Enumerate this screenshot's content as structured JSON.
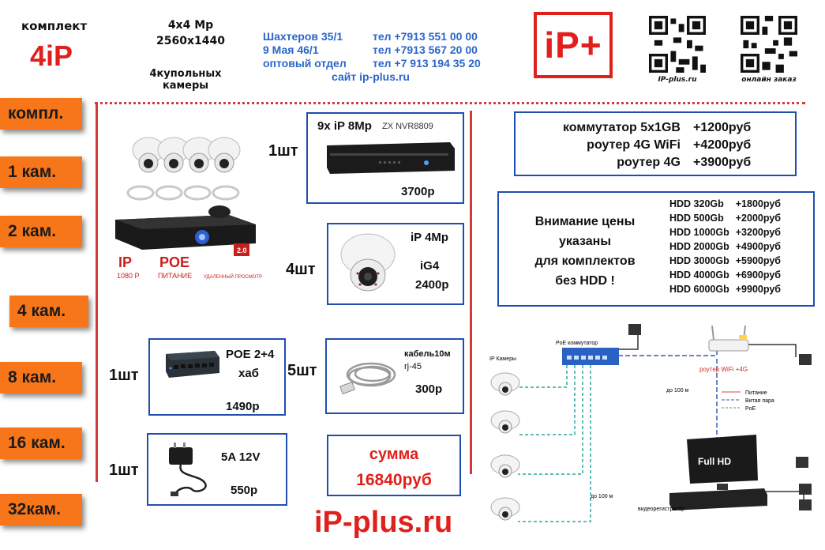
{
  "header": {
    "kit_label": "комплект",
    "kit_name": "4iP",
    "spec_lines": [
      "4x4 Mp",
      "2560x1440"
    ],
    "camera_type": [
      "4купольных",
      "камеры"
    ],
    "addresses": [
      "Шахтеров 35/1",
      "9 Мая 46/1",
      "оптовый отдел"
    ],
    "phones": [
      "тел +7913 551 00 00",
      "тел +7913 567 20 00",
      "тел +7 913 194 35 20"
    ],
    "site": "сайт ip-plus.ru",
    "logo_text": "iP+",
    "qr_captions": [
      "IP-plus.ru",
      "онлайн заказ"
    ]
  },
  "tabs": [
    "компл.",
    "1 кам.",
    "2 кам.",
    "4 кам.",
    "8 кам.",
    "16 кам.",
    "32кам."
  ],
  "kit_photo_labels": [
    "IP",
    "1080 P",
    "POE",
    "ПИТАНИЕ",
    "УДАЛЕННЫЙ ПРОСМОТР",
    "2.0"
  ],
  "items": {
    "nvr": {
      "qty": "1шт",
      "title": "9x iP 8Mp",
      "model": "ZX NVR8809",
      "price": "3700р"
    },
    "camera": {
      "qty": "4шт",
      "title": "iP 4Mp",
      "model": "iG4",
      "price": "2400р"
    },
    "switch": {
      "qty": "1шт",
      "title": "POE 2+4",
      "subtitle": "хаб",
      "price": "1490р"
    },
    "cable": {
      "qty": "5шт",
      "title": "кабель10м",
      "subtitle": "rj-45",
      "price": "300р"
    },
    "psu": {
      "qty": "1шт",
      "title": "5A 12V",
      "price": "550р"
    }
  },
  "total": {
    "label": "сумма",
    "value": "16840руб"
  },
  "extras": [
    {
      "name": "коммутатор 5x1GB",
      "price": "+1200руб"
    },
    {
      "name": "роутер 4G WiFi",
      "price": "+4200руб"
    },
    {
      "name": "роутер 4G",
      "price": "+3900руб"
    }
  ],
  "notice": [
    "Внимание цены",
    "указаны",
    "для комплектов",
    "без HDD !"
  ],
  "hdd": [
    {
      "size": "HDD   320Gb",
      "price": "+1800руб"
    },
    {
      "size": "HDD   500Gb",
      "price": "+2000руб"
    },
    {
      "size": "HDD 1000Gb",
      "price": "+3200руб"
    },
    {
      "size": "HDD 2000Gb",
      "price": "+4900руб"
    },
    {
      "size": "HDD 3000Gb",
      "price": "+5900руб"
    },
    {
      "size": "HDD 4000Gb",
      "price": "+6900руб"
    },
    {
      "size": "HDD 6000Gb",
      "price": "+9900руб"
    }
  ],
  "diagram": {
    "switch_label": "PoE коммутатор",
    "cameras_label": "IP Камеры",
    "router_label": "роутер WiFi +4G",
    "legend": [
      "Питание",
      "Витая пара",
      "PoE"
    ],
    "distance_labels": [
      "до 100 м",
      "до 100 м"
    ],
    "recorder_label": "видеорегистратор",
    "monitor_text": "Full HD"
  },
  "footer": "iP-plus.ru",
  "colors": {
    "brand_red": "#e0201b",
    "tab_orange": "#f7761a",
    "box_blue": "#1f4fae",
    "contact_blue": "#2b66c9"
  }
}
